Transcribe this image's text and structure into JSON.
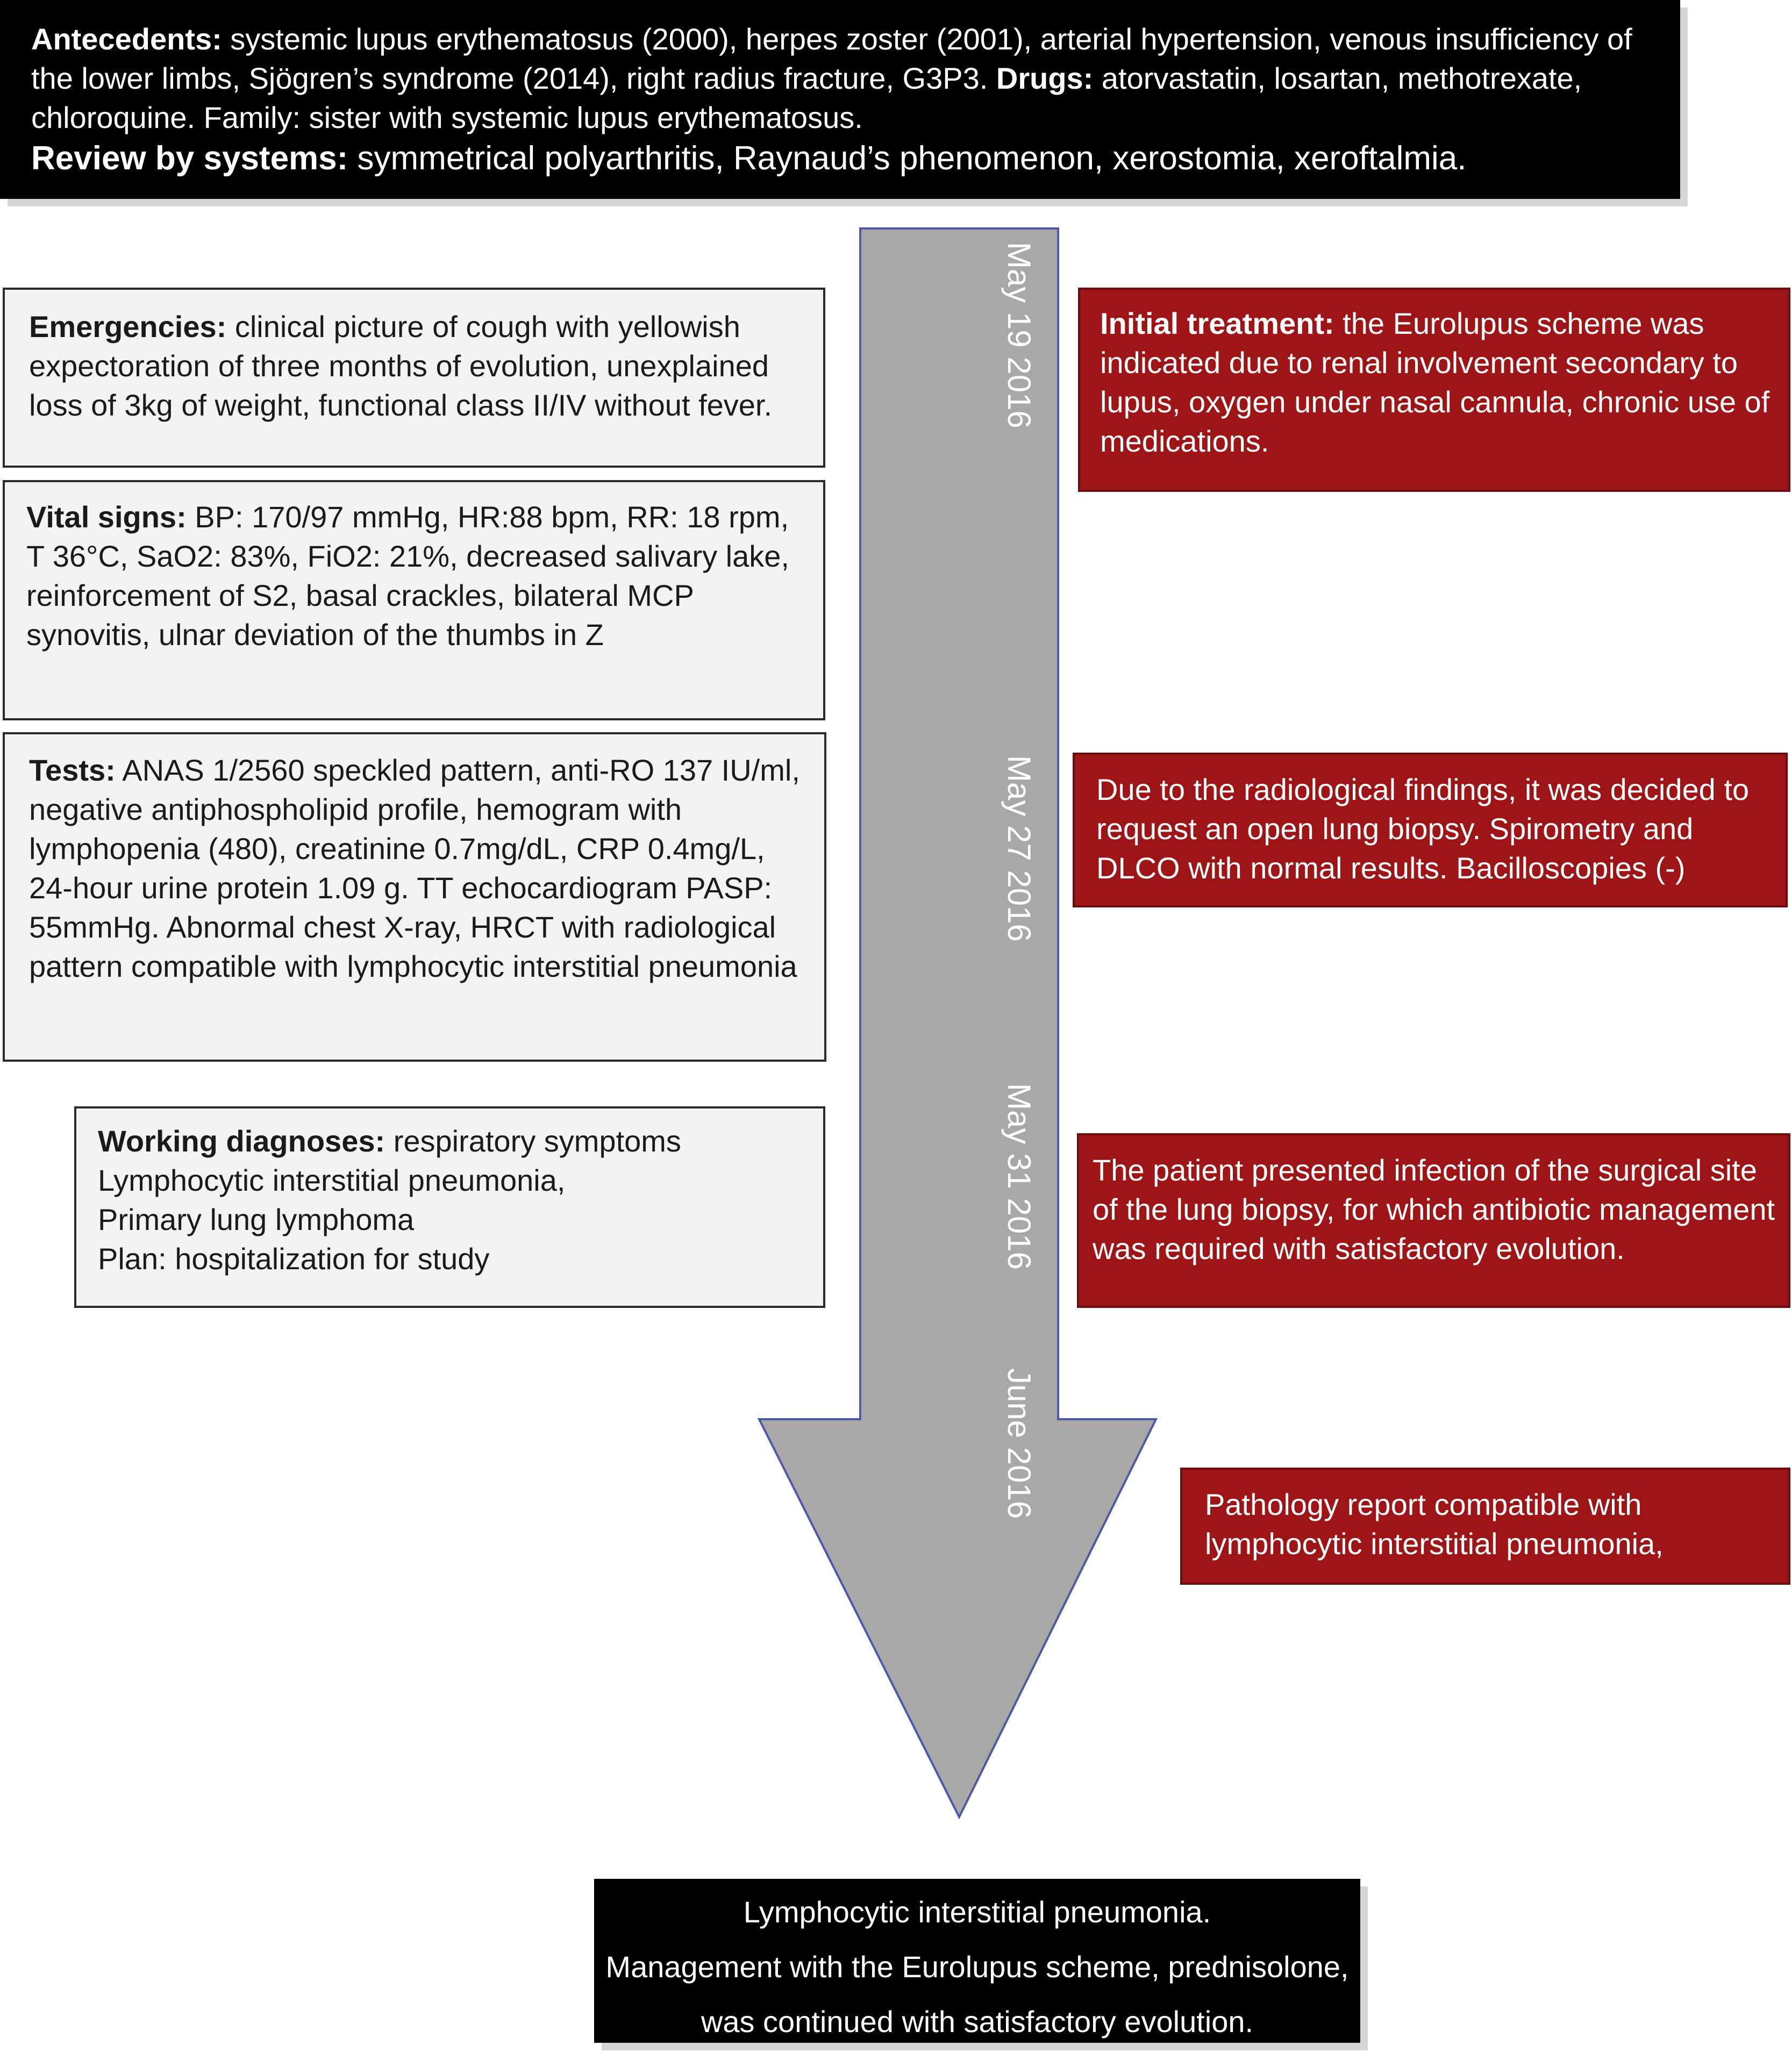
{
  "header": {
    "antecedents_label": "Antecedents:",
    "antecedents_text": "systemic lupus erythematosus (2000), herpes zoster (2001), arterial hypertension, venous insufficiency of the lower limbs, Sjögren’s syndrome (2014), right radius fracture, G3P3.",
    "drugs_label": "Drugs:",
    "drugs_text": "atorvastatin, losartan, methotrexate, chloroquine. Family: sister with systemic lupus erythematosus.",
    "review_label": "Review by systems:",
    "review_text": "symmetrical polyarthritis, Raynaud’s phenomenon, xerostomia, xeroftalmia."
  },
  "left": {
    "emergencies": {
      "label": "Emergencies:",
      "text": "clinical picture of cough with yellowish expectoration of three months of evolution, unexplained loss of 3kg of weight, functional class II/IV without fever."
    },
    "vital_signs": {
      "label": "Vital signs:",
      "text": "BP: 170/97 mmHg, HR:88 bpm, RR: 18 rpm, T 36°C, SaO2: 83%, FiO2: 21%, decreased salivary lake, reinforcement of S2, basal crackles, bilateral MCP synovitis, ulnar deviation of the thumbs in Z"
    },
    "tests": {
      "label": "Tests:",
      "text": "ANAS 1/2560 speckled pattern, anti-RO 137 IU/ml, negative antiphospholipid profile, hemogram with lymphopenia (480), creatinine 0.7mg/dL, CRP 0.4mg/L, 24-hour urine protein 1.09 g. TT echocardiogram PASP: 55mmHg. Abnormal chest X-ray, HRCT with radiological pattern compatible with lymphocytic interstitial pneumonia"
    },
    "working_diagnoses": {
      "label": "Working diagnoses:",
      "line1": "respiratory symptoms",
      "line2": "Lymphocytic interstitial pneumonia,",
      "line3": "Primary lung lymphoma",
      "line4": "Plan: hospitalization for study"
    }
  },
  "timeline": {
    "dates": [
      "May 19 2016",
      "May 27 2016",
      "May 31 2016",
      "June 2016"
    ]
  },
  "right": {
    "initial_treatment": {
      "label": "Initial treatment:",
      "text": "the Eurolupus scheme was indicated due to renal involvement secondary to lupus, oxygen under nasal cannula, chronic use of medications."
    },
    "biopsy": {
      "text": "Due to the radiological findings, it was decided to request an open lung biopsy. Spirometry and DLCO with normal results. Bacilloscopies (-)"
    },
    "infection": {
      "text": "The patient presented infection of the surgical site of the lung biopsy, for which antibiotic management was required with satisfactory evolution."
    },
    "pathology": {
      "text": "Pathology report compatible with lymphocytic interstitial pneumonia,"
    }
  },
  "final": {
    "line1": "Lymphocytic interstitial pneumonia.",
    "line2": "Management with the Eurolupus scheme, prednisolone,",
    "line3": "was continued with satisfactory evolution."
  },
  "colors": {
    "arrow_fill": "#aaa7a7",
    "arrow_stroke": "#4a5aa8",
    "red_box": "#9e1518",
    "light_box": "#f4f2f2",
    "dark_box": "#000000"
  }
}
